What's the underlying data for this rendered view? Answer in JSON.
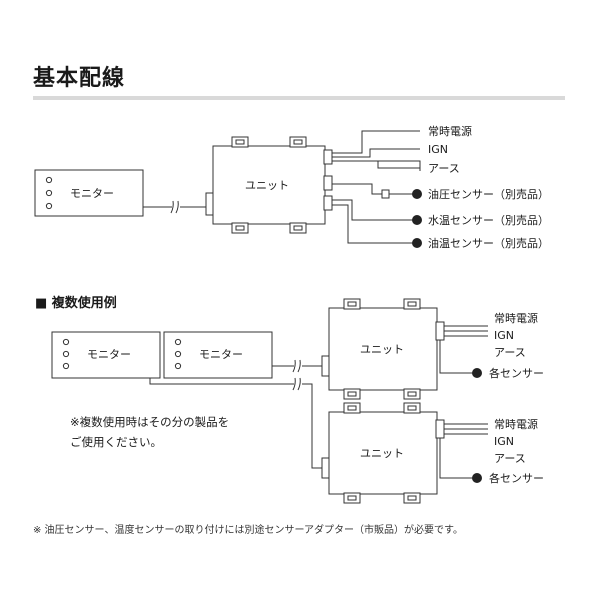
{
  "title": "基本配線",
  "basic": {
    "monitor_label": "モニター",
    "unit_label": "ユニット",
    "outputs": [
      "常時電源",
      "IGN",
      "アース"
    ],
    "sensors": [
      "油圧センサー（別売品）",
      "水温センサー（別売品）",
      "油温センサー（別売品）"
    ]
  },
  "multi": {
    "section_title": "■ 複数使用例",
    "monitor_labels": [
      "モニター",
      "モニター"
    ],
    "units": [
      {
        "label": "ユニット",
        "outputs": [
          "常時電源",
          "IGN",
          "アース"
        ],
        "sensor": "各センサー"
      },
      {
        "label": "ユニット",
        "outputs": [
          "常時電源",
          "IGN",
          "アース"
        ],
        "sensor": "各センサー"
      }
    ],
    "note": "※複数使用時はその分の製品を\nご使用ください。"
  },
  "footnote": "※ 油圧センサー、温度センサーの取り付けには別途センサーアダプター（市販品）が必要です。"
}
